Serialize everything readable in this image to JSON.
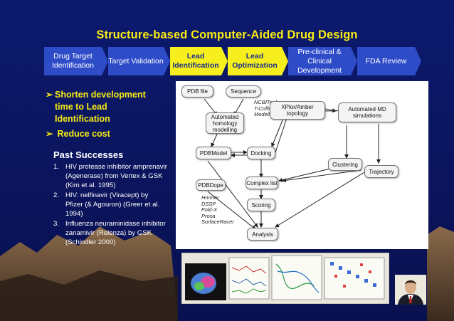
{
  "title": "Structure-based Computer-Aided Drug Design",
  "pipeline": [
    {
      "label": "Drug Target Identification",
      "active": false
    },
    {
      "label": "Target Validation",
      "active": false
    },
    {
      "label": "Lead Identification",
      "active": true
    },
    {
      "label": "Lead Optimization",
      "active": true
    },
    {
      "label": "Pre-clinical & Clinical Development",
      "active": false
    },
    {
      "label": "FDA Review",
      "active": false
    }
  ],
  "bullets": [
    {
      "marker": "➢",
      "text": "Shorten development time to Lead Identification"
    },
    {
      "marker": "➢",
      "text": "Reduce cost"
    }
  ],
  "past_successes": {
    "title": "Past Successes",
    "items": [
      {
        "num": "1.",
        "text": "HIV protease inhibitor amprenavir (Agenerase) from Vertex & GSK (Kim et al. 1995)"
      },
      {
        "num": "2.",
        "text": "HIV: nelfinavir (Viracept) by Pfizer (& Agouron) (Greer et al. 1994)"
      },
      {
        "num": "3.",
        "text": "Influenza neuraminidase inhibitor zanamivir (Relenza) by GSK (Schindler 2000)"
      }
    ]
  },
  "flowchart": {
    "nodes": {
      "pdb_file": "PDB file",
      "sequence": "Sequence",
      "homology": "Automated homology modelling",
      "xplor": "XPlor/Amber topology",
      "md": "Automated MD simulations",
      "pdbmodel": "PDBModel",
      "docking": "Docking",
      "clustering": "Clustering",
      "trajectory": "Trajectory",
      "complex_list": "Complex list",
      "pdbdope": "PDBDope",
      "scoring": "Scoring",
      "analysis": "Analysis"
    },
    "seq_tools": [
      "NCBITools",
      "T-Coffee",
      "Modeller"
    ],
    "dope_tools": [
      "Hmmer",
      "DSSP",
      "Fold-X",
      "Prosa",
      "SurfaceRacer"
    ]
  },
  "colors": {
    "title": "#f8ec12",
    "step_plain": "#2e4cc8",
    "step_active": "#f7ee1e",
    "background": "#0b1560"
  }
}
